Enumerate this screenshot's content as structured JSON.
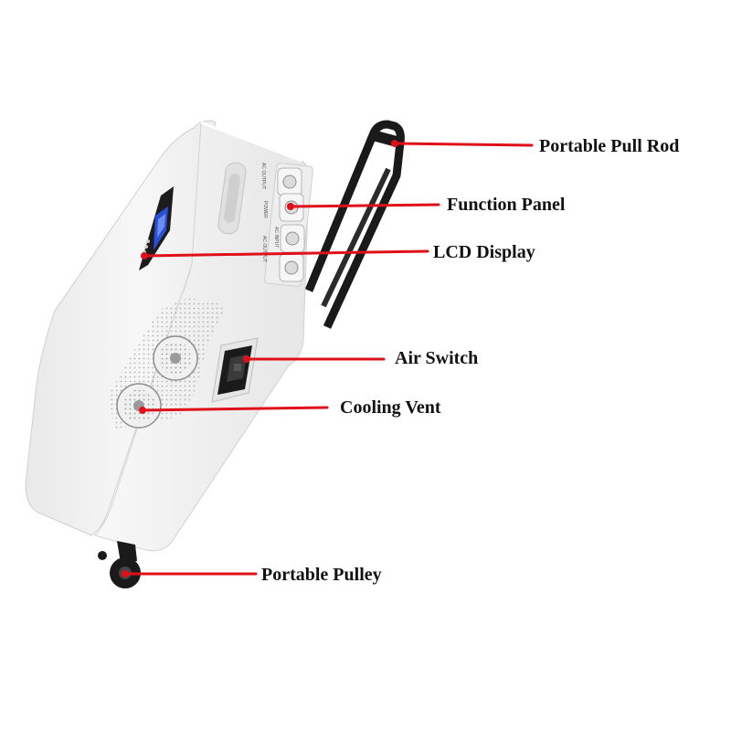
{
  "labels": {
    "pull_rod": "Portable Pull Rod",
    "function_panel": "Function Panel",
    "lcd_display": "LCD Display",
    "air_switch": "Air Switch",
    "cooling_vent": "Cooling Vent",
    "pulley": "Portable Pulley"
  },
  "panel_text": {
    "ac_output_1": "AC OUTPUT",
    "power": "POWER",
    "ac_input": "AC INPUT",
    "ac_output_2": "AC OUTPUT"
  },
  "colors": {
    "leader_line": "#e0101a",
    "body": "#f4f4f4",
    "handle": "#1a1a1a",
    "screen": "#2a4fd8"
  }
}
